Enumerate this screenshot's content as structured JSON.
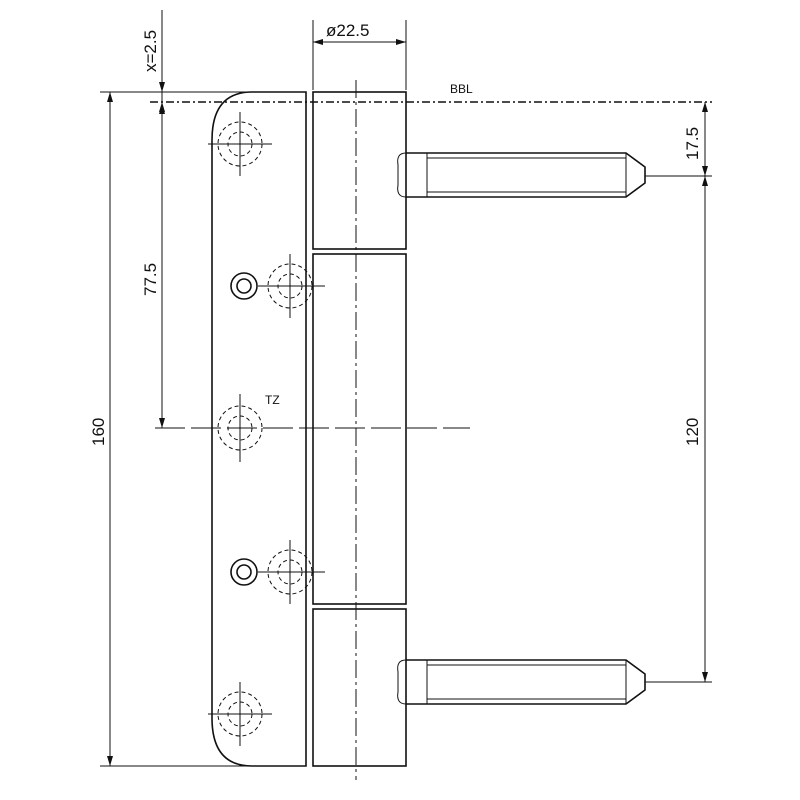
{
  "drawing": {
    "labels": {
      "offset_x": "x=2.5",
      "diameter": "ø22.5",
      "reference_line": "BBL",
      "pin_offset": "17.5",
      "upper_distance": "77.5",
      "total_height": "160",
      "pin_spacing": "120",
      "center_mark": "TZ"
    }
  }
}
